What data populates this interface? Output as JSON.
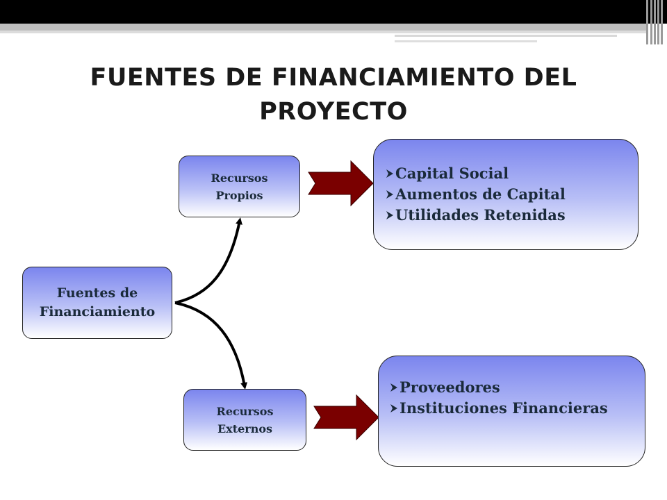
{
  "title": {
    "line1": "FUENTES DE FINANCIAMIENTO DEL",
    "line2": "PROYECTO"
  },
  "nodes": {
    "root": {
      "line1": "Fuentes de",
      "line2": "Financiamiento"
    },
    "propios": {
      "line1": "Recursos",
      "line2": "Propios"
    },
    "externos": {
      "line1": "Recursos",
      "line2": "Externos"
    }
  },
  "lists": {
    "propios_items": [
      "Capital Social",
      "Aumentos de Capital",
      "Utilidades Retenidas"
    ],
    "externos_items": [
      "Proveedores",
      "Instituciones Financieras"
    ]
  },
  "colors": {
    "box_top": "#7b85ee",
    "box_bottom": "#ffffff",
    "arrow_fill": "#7a0000",
    "text": "#1a2a3a"
  }
}
